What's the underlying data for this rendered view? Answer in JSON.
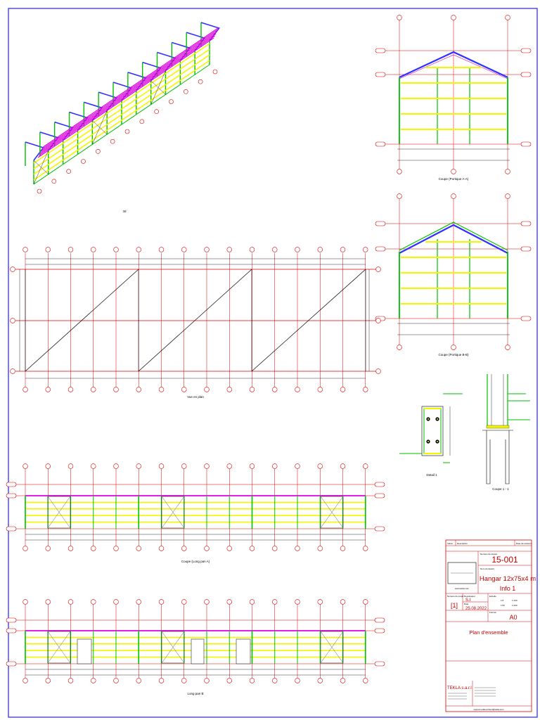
{
  "views": {
    "iso_caption": "3d",
    "plan_caption": "Vue en plan",
    "sec_a_caption": "Coupe (Portique A-A)",
    "sec_b_caption": "Coupe (Portique B-B)",
    "elev_a_caption": "Coupe (Long pan A)",
    "elev_b_caption": "Long pan B",
    "detail_1_caption": "Detail 1",
    "detail_2_caption": "Coupe 1 - 1"
  },
  "title_block": {
    "col_indice": "Indice",
    "col_description": "Description",
    "col_date": "Date de révision",
    "label_numero": "Numéro de dessin",
    "drawing_number": "15-001",
    "label_nom": "Nom du dessin",
    "drawing_title": "Hangar 12x75x4 m",
    "drawing_subtitle": "Info 1",
    "website": "www.tekla.com",
    "label_project": "Numéro du projet",
    "project_number": "[1]",
    "label_designer": "Dessinateur",
    "designer": "S.I",
    "label_date": "Date",
    "date": "25.08.2022",
    "label_echelle": "Echelle",
    "scale_1": "1:8",
    "scale_2": "1:100",
    "scale_3": "1:50",
    "scale_4": "1:200",
    "label_format": "Format",
    "format": "A0",
    "sheet_title": "Plan d'ensemble",
    "company": "TEKLA s.a.r.l",
    "email": "support-editeurclient@tekla.com"
  }
}
